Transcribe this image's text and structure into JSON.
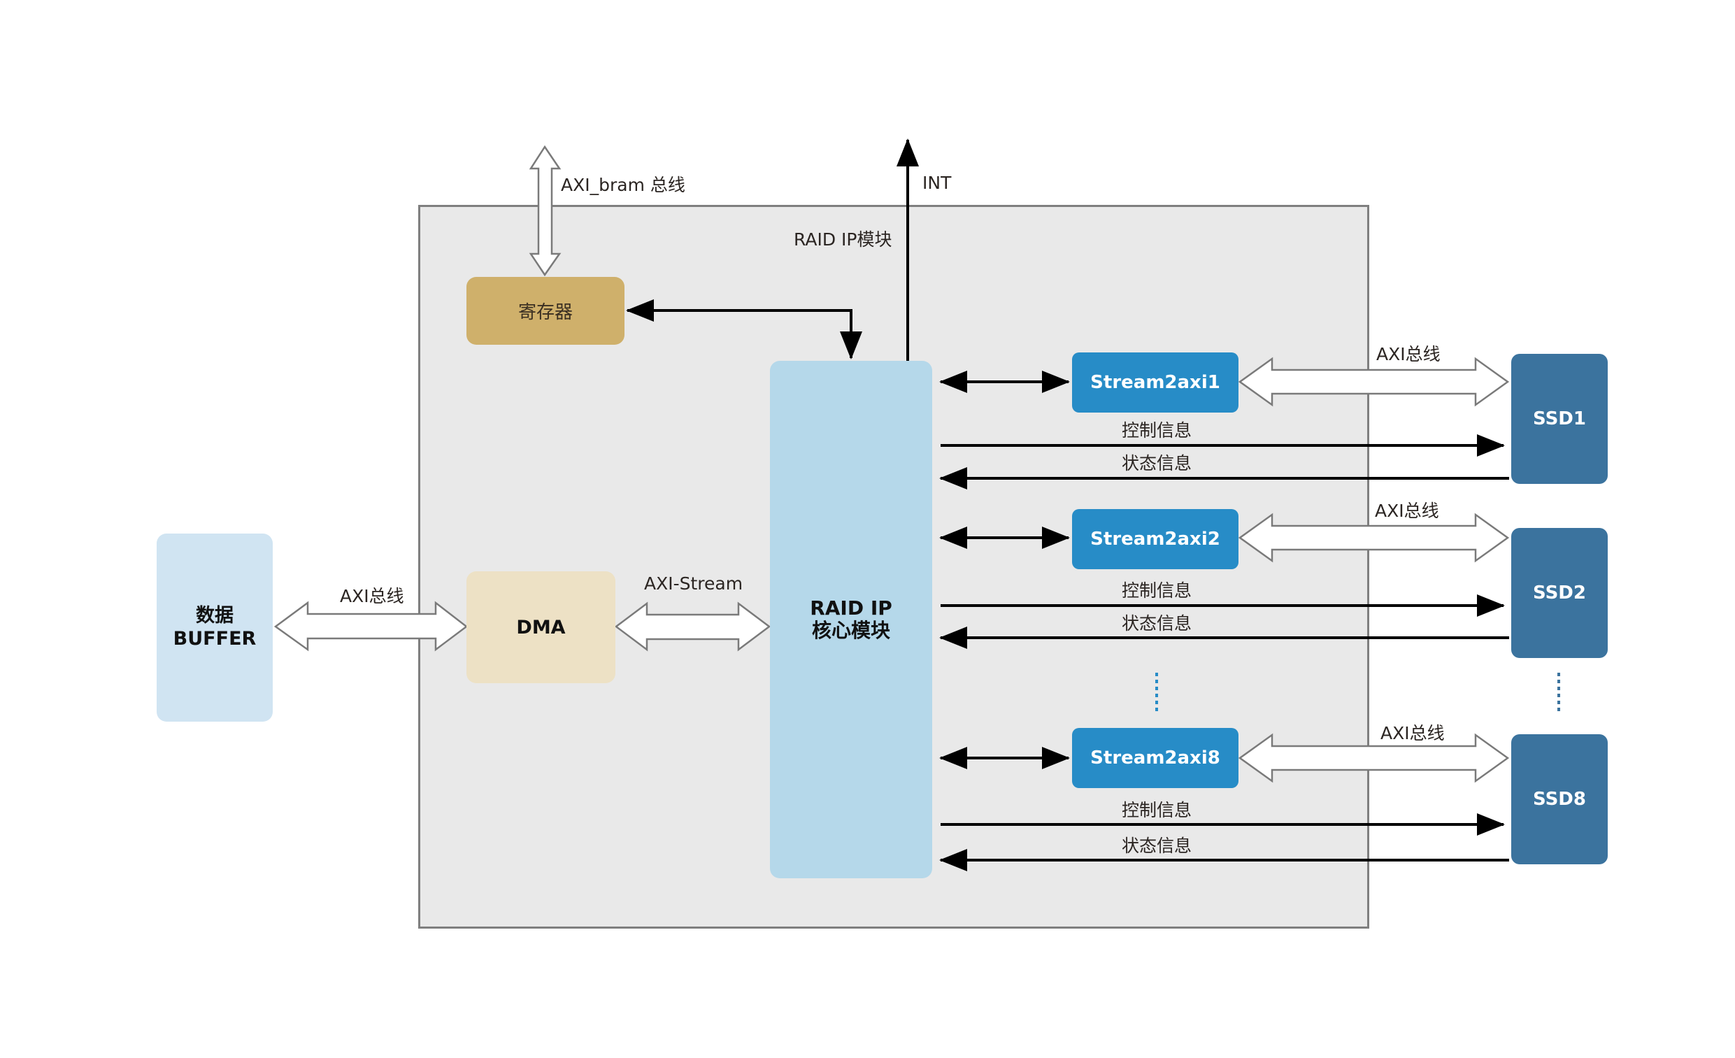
{
  "diagram": {
    "module_title": "RAID IP模块",
    "int_label": "INT",
    "axi_bram_label": "AXI_bram 总线",
    "register_label": "寄存器",
    "buffer_label_line1": "数据",
    "buffer_label_line2": "BUFFER",
    "buffer_axi_label": "AXI总线",
    "dma_label": "DMA",
    "axi_stream_label": "AXI-Stream",
    "core_label_line1": "RAID IP",
    "core_label_line2": "核心模块",
    "channels": [
      {
        "stream_label": "Stream2axi1",
        "ssd_label": "SSD1",
        "axi_label": "AXI总线",
        "control_label": "控制信息",
        "status_label": "状态信息"
      },
      {
        "stream_label": "Stream2axi2",
        "ssd_label": "SSD2",
        "axi_label": "AXI总线",
        "control_label": "控制信息",
        "status_label": "状态信息"
      },
      {
        "stream_label": "Stream2axi8",
        "ssd_label": "SSD8",
        "axi_label": "AXI总线",
        "control_label": "控制信息",
        "status_label": "状态信息"
      }
    ],
    "colors": {
      "module_bg": "#e9e9e9",
      "register": "#cfb06b",
      "dma": "#ede1c5",
      "buffer": "#d0e4f2",
      "core": "#b5d8ea",
      "stream": "#278cc7",
      "ssd": "#3b739e"
    }
  }
}
